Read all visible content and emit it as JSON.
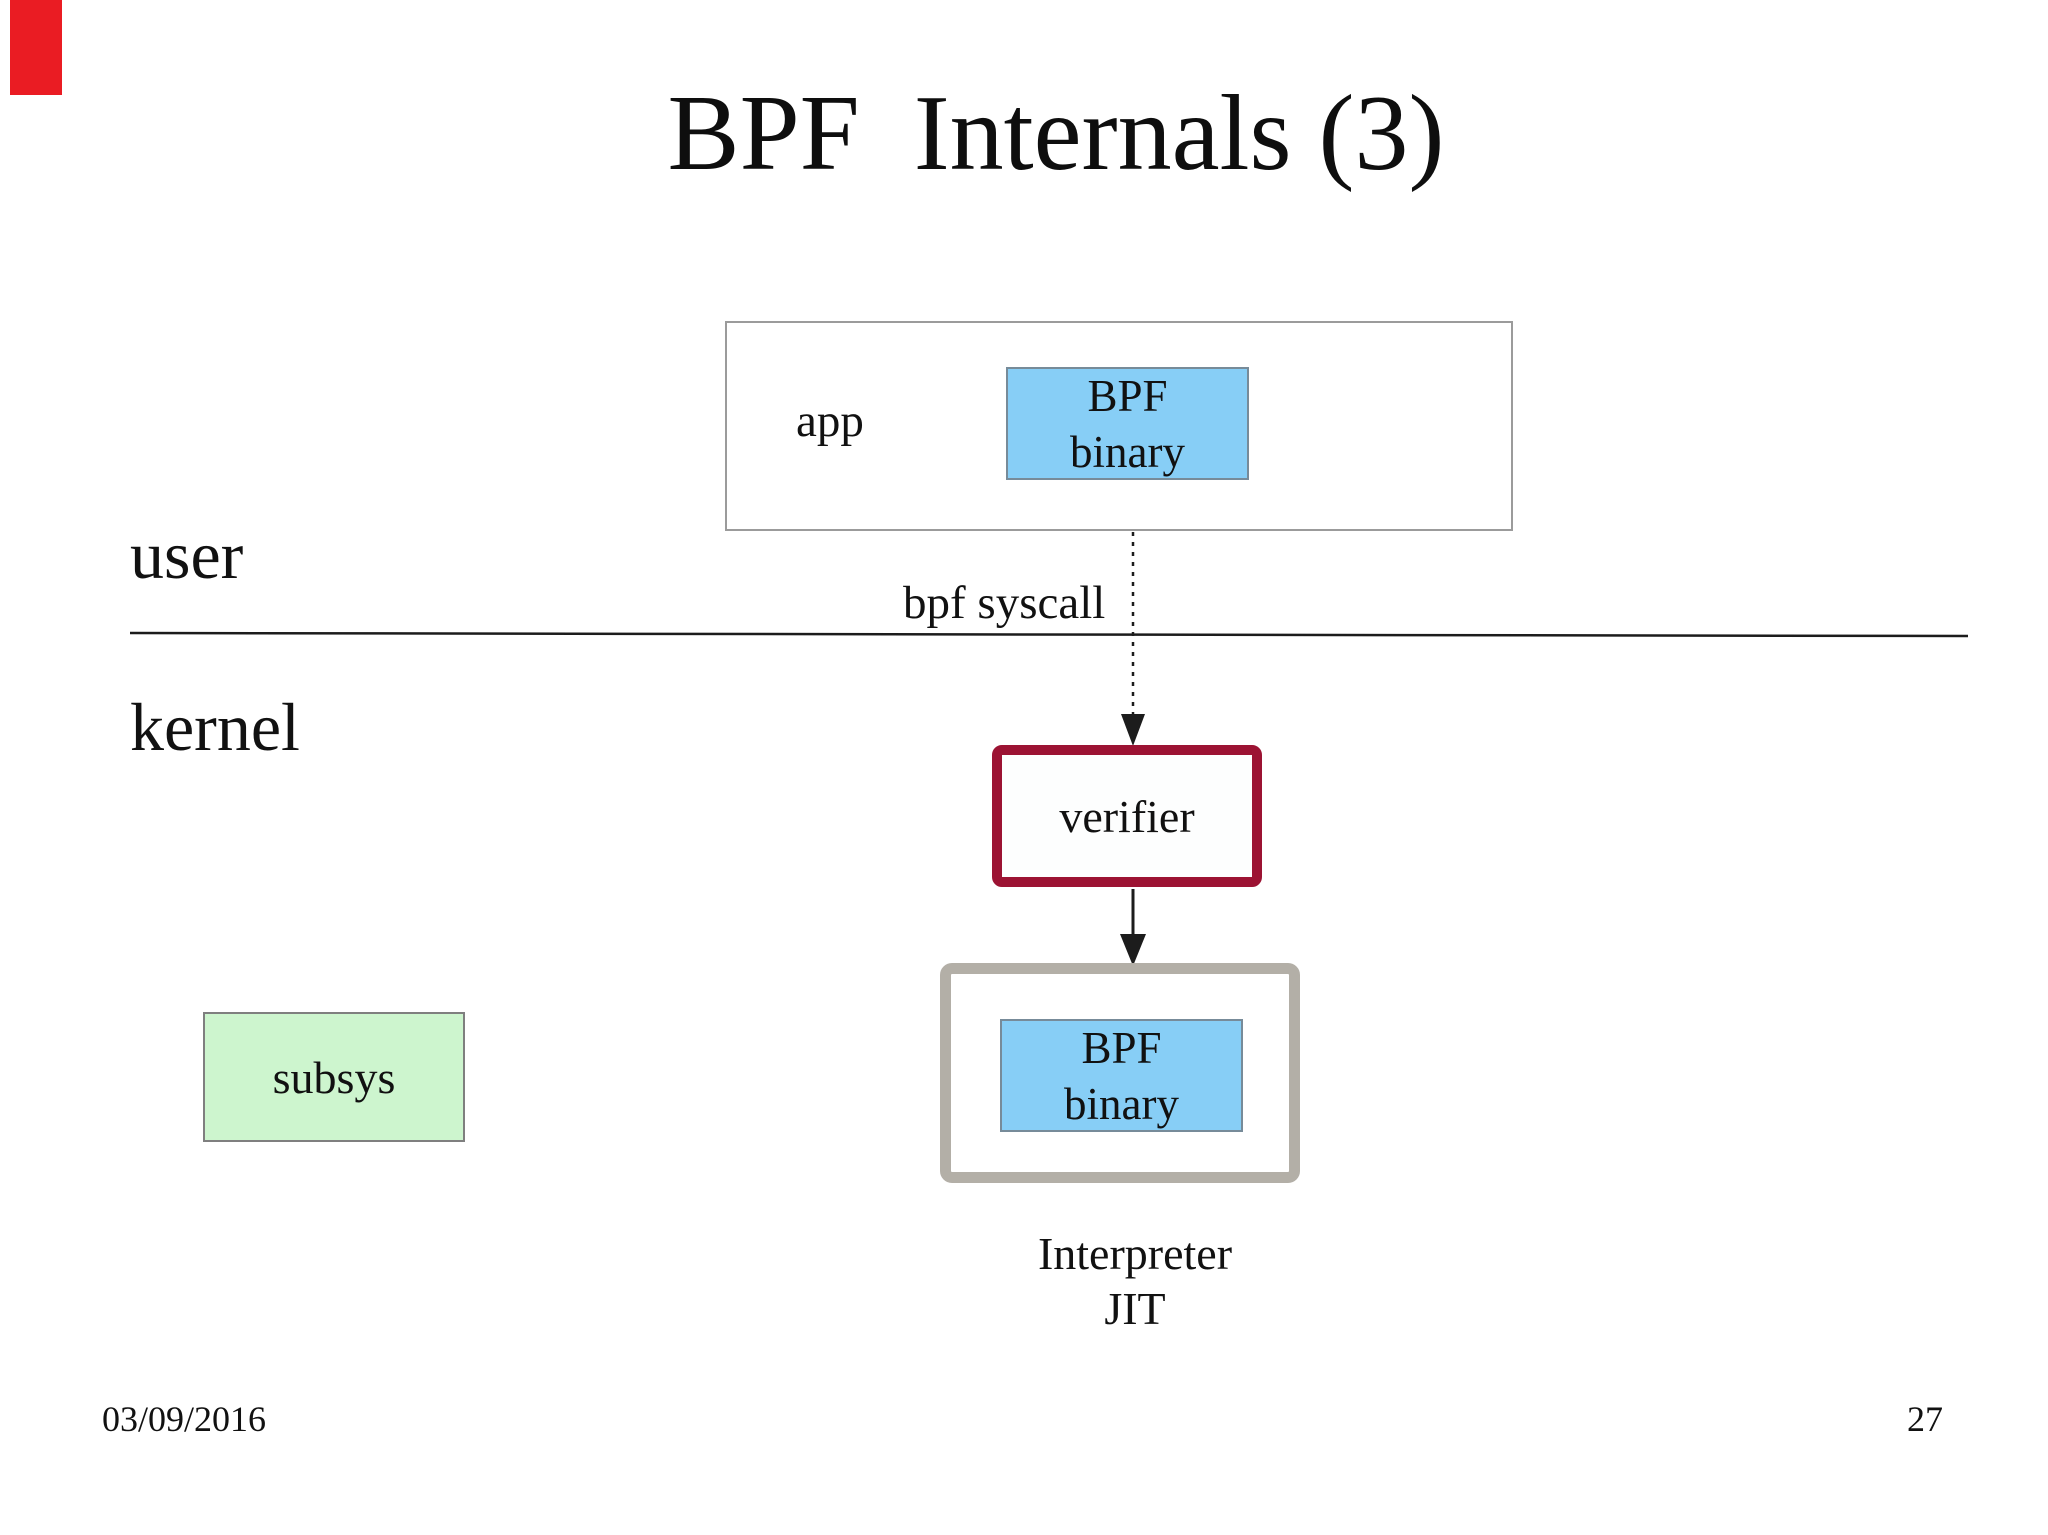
{
  "slide": {
    "title": "BPF  Internals (3)"
  },
  "regions": {
    "user_label": "user",
    "kernel_label": "kernel"
  },
  "diagram": {
    "app_box": {
      "label": "app"
    },
    "bpf_binary": {
      "line1": "BPF",
      "line2": "binary"
    },
    "syscall_label": "bpf syscall",
    "verifier_box": {
      "label": "verifier"
    },
    "runtime_box": {
      "caption_line1": "Interpreter",
      "caption_line2": "JIT"
    },
    "subsys_box": {
      "label": "subsys"
    }
  },
  "footer": {
    "date": "03/09/2016",
    "page_number": "27"
  },
  "colors": {
    "marker_red": "#ea1c23",
    "bpf_binary_fill": "#87cef6",
    "bpf_binary_border": "#778b99",
    "verifier_border": "#9c1333",
    "runtime_border": "#b3afa7",
    "subsys_fill": "#cdf5ce",
    "subsys_border": "#7f7f7f",
    "box_border": "#9b9b9b",
    "line_ink": "#1c1c1c",
    "ink": "#111111"
  }
}
